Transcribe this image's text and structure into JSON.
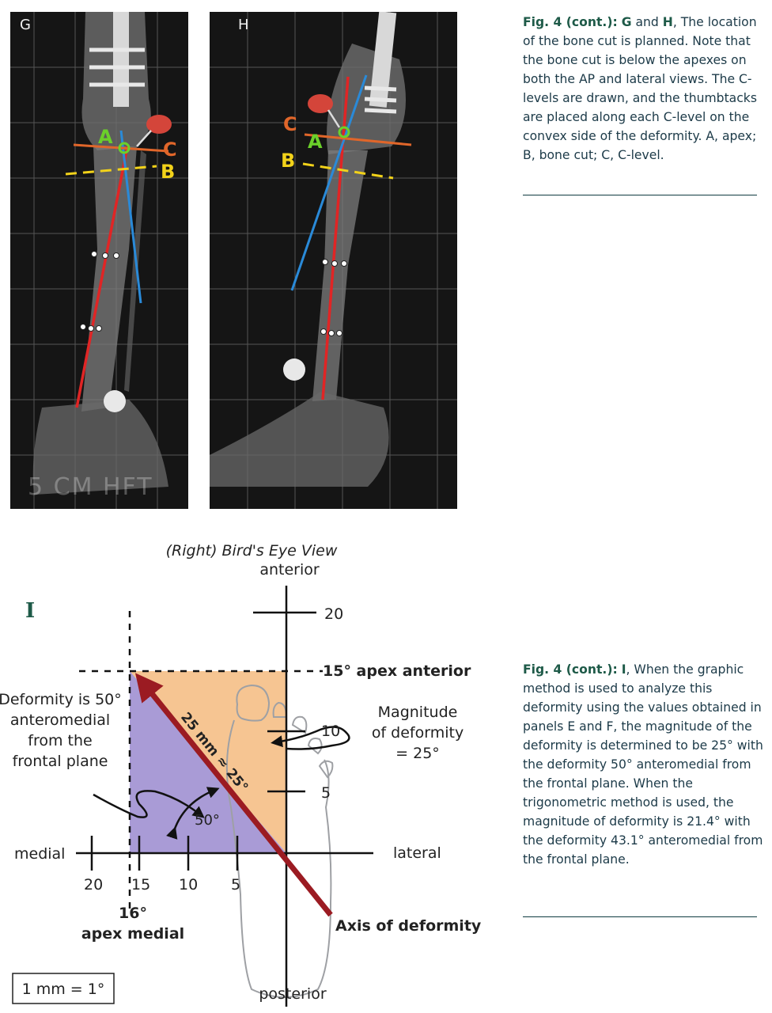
{
  "panels": {
    "g_label": "G",
    "h_label": "H",
    "markers": {
      "apex": "A",
      "bone_cut": "B",
      "c_level": "C"
    },
    "watermark": "5 CM HFT"
  },
  "caption_top": {
    "fig": "Fig. 4 (cont.):",
    "letters": "G",
    "and": "and",
    "letter2": "H",
    "text": ", The location of the bone cut is planned. Note that the bone cut is below the apexes on both the AP and lateral views. The C-levels are drawn, and the thumbtacks are placed along each C-level on the convex side of the deformity. A, apex; B, bone cut; C, C-level."
  },
  "caption_bottom": {
    "fig": "Fig. 4 (cont.):",
    "letter": "I",
    "text": ", When the graphic method is used to analyze this deformity using the values obtained in panels E and F, the magnitude of the deformity is determined to be 25° with the deformity 50° anteromedial from the frontal plane. When the trigonometric method is used, the magnitude of deformity is 21.4° with the deformity 43.1° anteromedial from the frontal plane."
  },
  "diagram": {
    "panel_label": "I",
    "title": "(Right) Bird's Eye View",
    "anterior": "anterior",
    "posterior": "posterior",
    "medial": "medial",
    "lateral": "lateral",
    "y_ticks": [
      "20",
      "10",
      "5"
    ],
    "x_ticks": [
      "20",
      "15",
      "10",
      "5"
    ],
    "apex_anterior": "15° apex anterior",
    "apex_medial_value": "16°",
    "apex_medial_label": "apex medial",
    "deformity_label": [
      "Deformity is 50°",
      "anteromedial",
      "from the",
      "frontal plane"
    ],
    "magnitude_label": [
      "Magnitude",
      "of deformity",
      "= 25°"
    ],
    "angle_label": "50°",
    "diagonal_label": "25 mm ≈ 25°",
    "axis_label": "Axis of deformity",
    "scale_label": "1 mm = 1°",
    "colors": {
      "orange": "#f6c592",
      "purple": "#a99bd6",
      "arrow": "#9b1b22"
    }
  }
}
